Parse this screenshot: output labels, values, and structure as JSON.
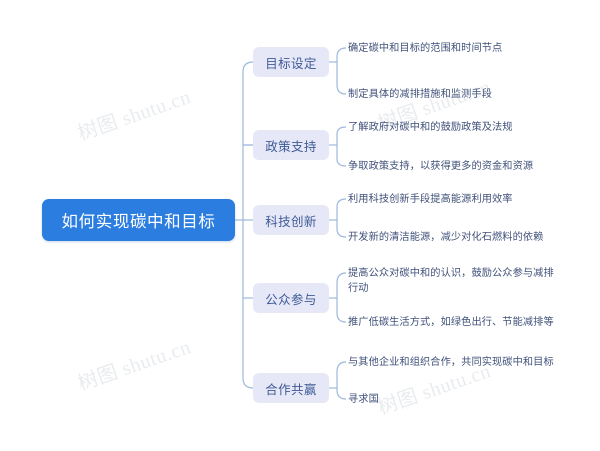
{
  "mindmap": {
    "root": {
      "label": "如何实现碳中和目标",
      "fill": "#2b7de0",
      "text_color": "#ffffff"
    },
    "style": {
      "topic_fill": "#e6e8f8",
      "topic_text": "#3f5b95",
      "leaf_text": "#40517a",
      "connector": "#9cb9dd",
      "background": "#ffffff"
    },
    "branches": [
      {
        "label": "目标设定",
        "leaves": [
          "确定碳中和目标的范围和时间节点",
          "制定具体的减排措施和监测手段"
        ]
      },
      {
        "label": "政策支持",
        "leaves": [
          "了解政府对碳中和的鼓励政策及法规",
          "争取政策支持，以获得更多的资金和资源"
        ]
      },
      {
        "label": "科技创新",
        "leaves": [
          "利用科技创新手段提高能源利用效率",
          "开发新的清洁能源，减少对化石燃料的依赖"
        ]
      },
      {
        "label": "公众参与",
        "leaves": [
          "提高公众对碳中和的认识，鼓励公众参与减排行动",
          "推广低碳生活方式，如绿色出行、节能减排等"
        ]
      },
      {
        "label": "合作共赢",
        "leaves": [
          "与其他企业和组织合作，共同实现碳中和目标",
          "寻求国"
        ]
      }
    ]
  },
  "watermarks": [
    {
      "text": "树图 shutu.cn"
    },
    {
      "text": "树图 shutu.cn"
    },
    {
      "text": "树图 shutu.cn"
    },
    {
      "text": "树图 shutu.cn"
    }
  ]
}
